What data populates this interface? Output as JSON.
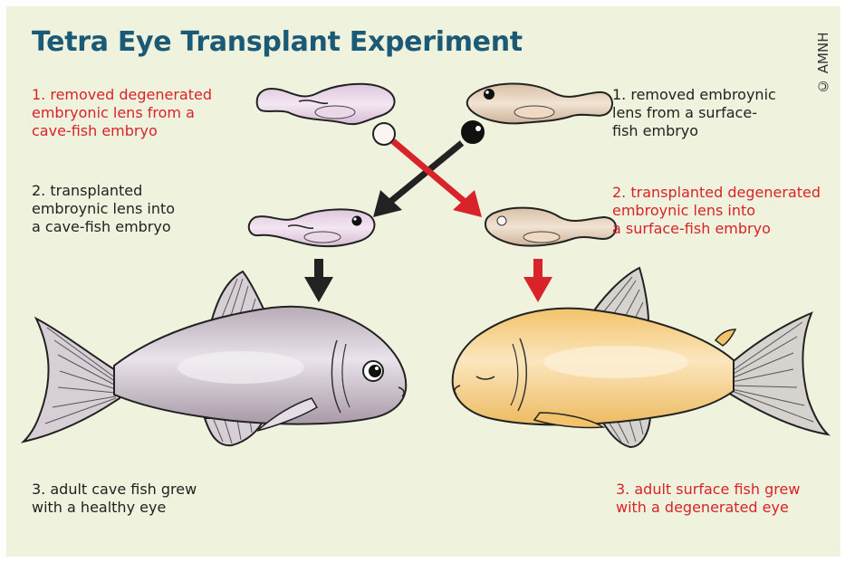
{
  "title": "Tetra Eye Transplant Experiment",
  "copyright": "© AMNH",
  "colors": {
    "panel_bg": "#eff2dc",
    "title_blue": "#1b5a77",
    "red_text": "#d8232a",
    "cave_fish": "#cfc4ce",
    "surface_fish": "#f6d28a"
  },
  "left_steps": {
    "step1": "1. removed degenerated\nembryonic lens from a\ncave-fish embryo",
    "step2": "2. transplanted\nembroynic lens into\na cave-fish embryo",
    "step3": "3. adult cave fish grew\nwith a healthy eye"
  },
  "right_steps": {
    "step1": "1. removed embroynic\nlens from a surface-\nfish embryo",
    "step2": "2. transplanted degenerated\nembroynic lens into\na surface-fish embryo",
    "step3": "3. adult surface fish grew\nwith a degenerated eye"
  }
}
